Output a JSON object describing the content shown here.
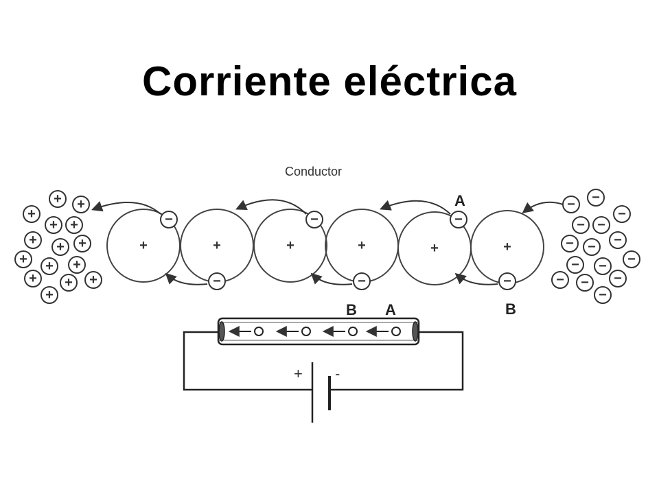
{
  "title": "Corriente eléctrica",
  "labels": {
    "conductor": "Conductor",
    "point_a_top": "A",
    "point_b_right": "B",
    "wire_b": "B",
    "wire_a": "A"
  },
  "signs": {
    "positive": "+",
    "negative": "−",
    "battery_positive": "+",
    "battery_negative": "-"
  },
  "colors": {
    "stroke": "#333333",
    "title": "#000000"
  }
}
